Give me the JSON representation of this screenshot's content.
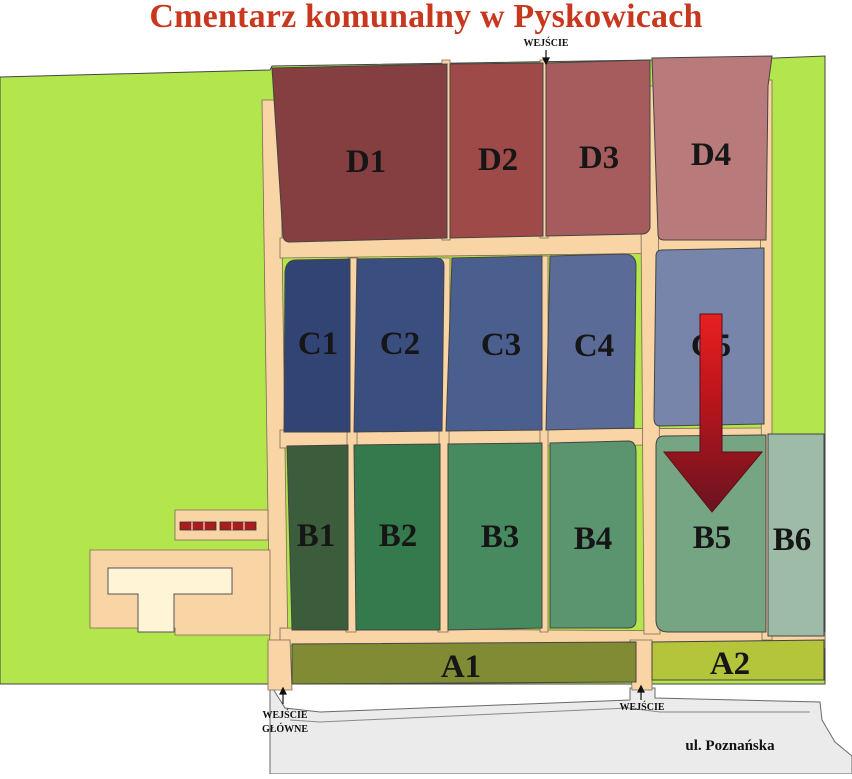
{
  "title": "Cmentarz komunalny w Pyskowicach",
  "entrances": {
    "top": "WEJŚCIE",
    "main_line1": "WEJŚCIE",
    "main_line2": "GŁÓWNE",
    "side": "WEJŚCIE"
  },
  "street": "ul. Poznańska",
  "sections": {
    "D1": {
      "label": "D1",
      "color": "#863f41"
    },
    "D2": {
      "label": "D2",
      "color": "#9e4a48"
    },
    "D3": {
      "label": "D3",
      "color": "#a65c5d"
    },
    "D4": {
      "label": "D4",
      "color": "#b87a7a"
    },
    "C1": {
      "label": "C1",
      "color": "#314473"
    },
    "C2": {
      "label": "C2",
      "color": "#3a4f80"
    },
    "C3": {
      "label": "C3",
      "color": "#4b5f8f"
    },
    "C4": {
      "label": "C4",
      "color": "#5a6b97"
    },
    "C5": {
      "label": "C5",
      "color": "#7885aa"
    },
    "B1": {
      "label": "B1",
      "color": "#3b5d3b"
    },
    "B2": {
      "label": "B2",
      "color": "#357a4c"
    },
    "B3": {
      "label": "B3",
      "color": "#488a5f"
    },
    "B4": {
      "label": "B4",
      "color": "#5b9570"
    },
    "B5": {
      "label": "B5",
      "color": "#76a584"
    },
    "B6": {
      "label": "B6",
      "color": "#9dbba7"
    },
    "A1": {
      "label": "A1",
      "color": "#818b34"
    },
    "A2": {
      "label": "A2",
      "color": "#b4c53c"
    }
  },
  "colors": {
    "grass": "#b3e64d",
    "path": "#f9d4a4",
    "street": "#ebebeb",
    "building": "#fff5d6",
    "arrow_dark": "#6a1420",
    "arrow_light": "#e01818"
  },
  "marker": {
    "points_to": "B5"
  }
}
